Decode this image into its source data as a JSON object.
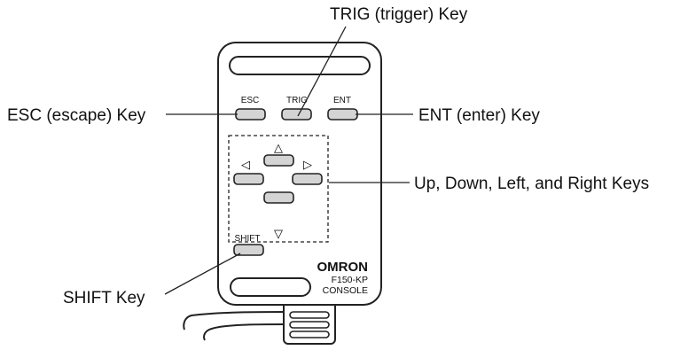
{
  "callouts": {
    "trig": "TRIG (trigger) Key",
    "esc": "ESC (escape) Key",
    "ent": "ENT (enter) Key",
    "arrows": "Up, Down, Left, and Right Keys",
    "shift": "SHIFT Key"
  },
  "device": {
    "key_labels": {
      "esc": "ESC",
      "trig": "TRIG",
      "ent": "ENT",
      "shift": "SHIFT"
    },
    "brand": "OMRON",
    "model": "F150-KP",
    "model_type": "CONSOLE"
  },
  "colors": {
    "key_fill": "#d4d4d4",
    "outline": "#222222"
  },
  "arrow_glyphs": {
    "up": "△",
    "down": "▽",
    "left": "◁",
    "right": "▷"
  }
}
